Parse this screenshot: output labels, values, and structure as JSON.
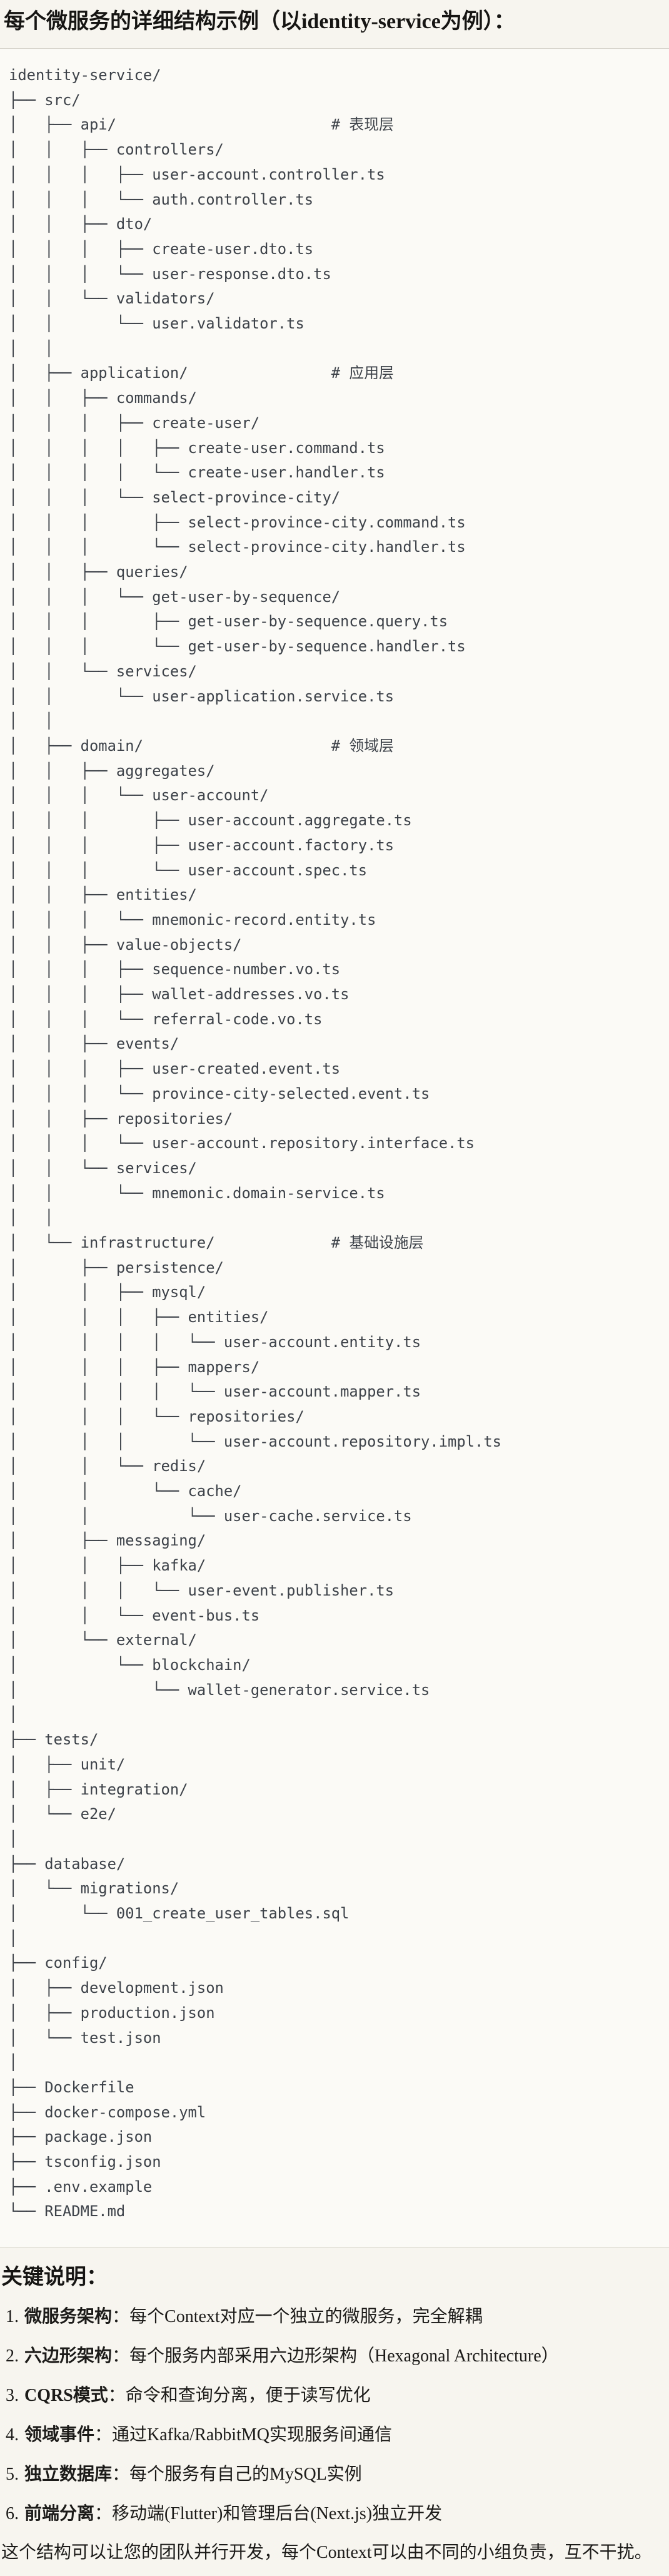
{
  "page": {
    "title": "每个微服务的详细结构示例（以identity-service为例）："
  },
  "colors": {
    "page_background": "#f7f5ef",
    "code_background": "#fbfaf6",
    "code_border": "#d8d5cc",
    "tree_text": "#3d4249",
    "body_text": "#1c1b19"
  },
  "tree": {
    "root": "identity-service/",
    "layer_comments": [
      "# 表现层",
      "# 应用层",
      "# 领域层",
      "# 基础设施层"
    ],
    "lines": [
      "identity-service/",
      "├── src/",
      "│   ├── api/                        # 表现层",
      "│   │   ├── controllers/",
      "│   │   │   ├── user-account.controller.ts",
      "│   │   │   └── auth.controller.ts",
      "│   │   ├── dto/",
      "│   │   │   ├── create-user.dto.ts",
      "│   │   │   └── user-response.dto.ts",
      "│   │   └── validators/",
      "│   │       └── user.validator.ts",
      "│   │",
      "│   ├── application/                # 应用层",
      "│   │   ├── commands/",
      "│   │   │   ├── create-user/",
      "│   │   │   │   ├── create-user.command.ts",
      "│   │   │   │   └── create-user.handler.ts",
      "│   │   │   └── select-province-city/",
      "│   │   │       ├── select-province-city.command.ts",
      "│   │   │       └── select-province-city.handler.ts",
      "│   │   ├── queries/",
      "│   │   │   └── get-user-by-sequence/",
      "│   │   │       ├── get-user-by-sequence.query.ts",
      "│   │   │       └── get-user-by-sequence.handler.ts",
      "│   │   └── services/",
      "│   │       └── user-application.service.ts",
      "│   │",
      "│   ├── domain/                     # 领域层",
      "│   │   ├── aggregates/",
      "│   │   │   └── user-account/",
      "│   │   │       ├── user-account.aggregate.ts",
      "│   │   │       ├── user-account.factory.ts",
      "│   │   │       └── user-account.spec.ts",
      "│   │   ├── entities/",
      "│   │   │   └── mnemonic-record.entity.ts",
      "│   │   ├── value-objects/",
      "│   │   │   ├── sequence-number.vo.ts",
      "│   │   │   ├── wallet-addresses.vo.ts",
      "│   │   │   └── referral-code.vo.ts",
      "│   │   ├── events/",
      "│   │   │   ├── user-created.event.ts",
      "│   │   │   └── province-city-selected.event.ts",
      "│   │   ├── repositories/",
      "│   │   │   └── user-account.repository.interface.ts",
      "│   │   └── services/",
      "│   │       └── mnemonic.domain-service.ts",
      "│   │",
      "│   └── infrastructure/             # 基础设施层",
      "│       ├── persistence/",
      "│       │   ├── mysql/",
      "│       │   │   ├── entities/",
      "│       │   │   │   └── user-account.entity.ts",
      "│       │   │   ├── mappers/",
      "│       │   │   │   └── user-account.mapper.ts",
      "│       │   │   └── repositories/",
      "│       │   │       └── user-account.repository.impl.ts",
      "│       │   └── redis/",
      "│       │       └── cache/",
      "│       │           └── user-cache.service.ts",
      "│       ├── messaging/",
      "│       │   ├── kafka/",
      "│       │   │   └── user-event.publisher.ts",
      "│       │   └── event-bus.ts",
      "│       └── external/",
      "│           └── blockchain/",
      "│               └── wallet-generator.service.ts",
      "│",
      "├── tests/",
      "│   ├── unit/",
      "│   ├── integration/",
      "│   └── e2e/",
      "│",
      "├── database/",
      "│   └── migrations/",
      "│       └── 001_create_user_tables.sql",
      "│",
      "├── config/",
      "│   ├── development.json",
      "│   ├── production.json",
      "│   └── test.json",
      "│",
      "├── Dockerfile",
      "├── docker-compose.yml",
      "├── package.json",
      "├── tsconfig.json",
      "├── .env.example",
      "└── README.md"
    ]
  },
  "notes": {
    "heading": "关键说明：",
    "items": [
      {
        "num": "1.",
        "label": "微服务架构",
        "text": "：每个Context对应一个独立的微服务，完全解耦"
      },
      {
        "num": "2.",
        "label": "六边形架构",
        "text": "：每个服务内部采用六边形架构（Hexagonal Architecture）"
      },
      {
        "num": "3.",
        "label": "CQRS模式",
        "text": "：命令和查询分离，便于读写优化"
      },
      {
        "num": "4.",
        "label": "领域事件",
        "text": "：通过Kafka/RabbitMQ实现服务间通信"
      },
      {
        "num": "5.",
        "label": "独立数据库",
        "text": "：每个服务有自己的MySQL实例"
      },
      {
        "num": "6.",
        "label": "前端分离",
        "text": "：移动端(Flutter)和管理后台(Next.js)独立开发"
      }
    ],
    "closing": "这个结构可以让您的团队并行开发，每个Context可以由不同的小组负责，互不干扰。"
  }
}
